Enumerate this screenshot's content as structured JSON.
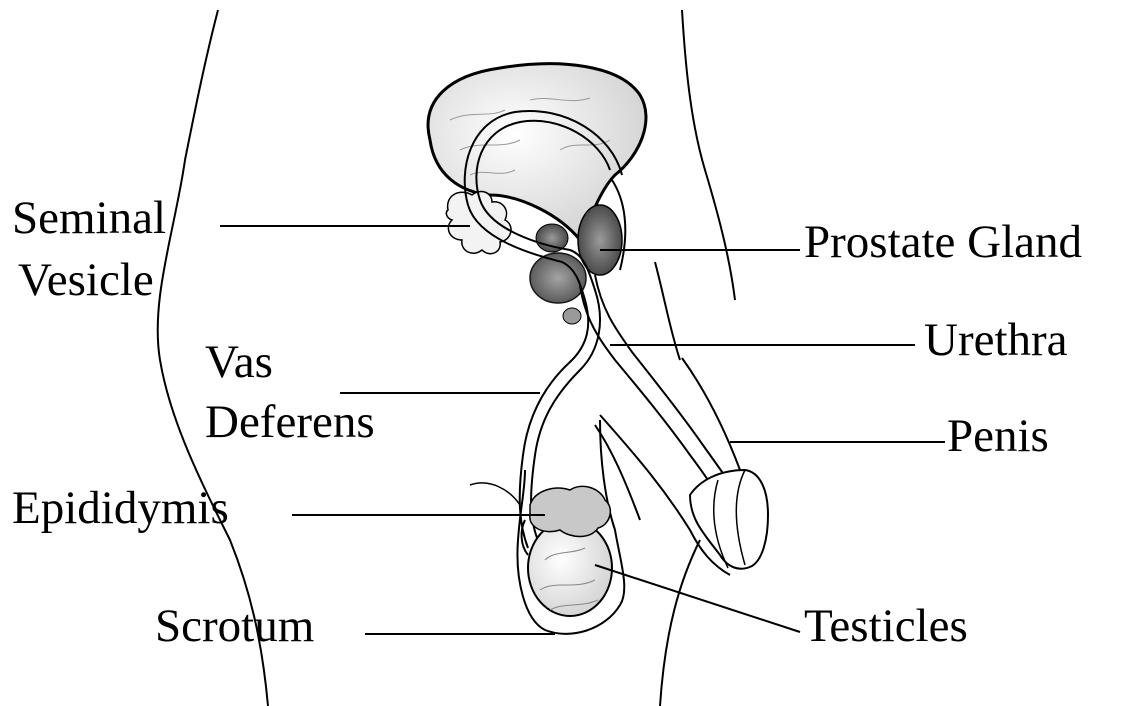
{
  "labels": {
    "seminal_vesicle_line1": "Seminal",
    "seminal_vesicle_line2": "Vesicle",
    "vas_deferens_line1": "Vas",
    "vas_deferens_line2": "Deferens",
    "epididymis": "Epididymis",
    "scrotum": "Scrotum",
    "prostate_gland": "Prostate Gland",
    "urethra": "Urethra",
    "penis": "Penis",
    "testicles": "Testicles"
  },
  "colors": {
    "ink": "#000000",
    "shade": "#6b6b6b",
    "background": "#ffffff"
  }
}
